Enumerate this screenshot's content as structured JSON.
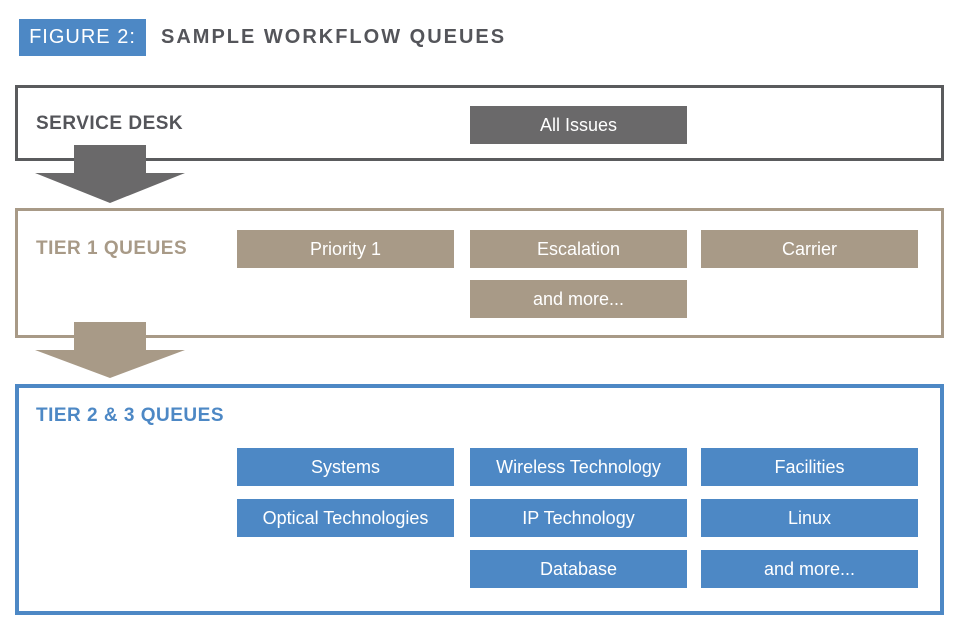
{
  "header": {
    "figure_label": "FIGURE 2:",
    "title": "SAMPLE WORKFLOW QUEUES"
  },
  "colors": {
    "blue": "#4d88c5",
    "tan": "#a89a87",
    "gray": "#6a696a",
    "box_border_gray": "#5a5b5d",
    "heading_gray": "#54555a"
  },
  "service_desk": {
    "label": "SERVICE DESK",
    "buttons": [
      {
        "label": "All Issues"
      }
    ]
  },
  "tier1": {
    "label": "TIER 1 QUEUES",
    "buttons": [
      {
        "label": "Priority 1"
      },
      {
        "label": "Escalation"
      },
      {
        "label": "Carrier"
      },
      {
        "label": "and more..."
      }
    ]
  },
  "tier23": {
    "label": "TIER 2 & 3 QUEUES",
    "buttons": [
      {
        "label": "Systems"
      },
      {
        "label": "Wireless Technology"
      },
      {
        "label": "Facilities"
      },
      {
        "label": "Optical Technologies"
      },
      {
        "label": "IP Technology"
      },
      {
        "label": "Linux"
      },
      {
        "label": "Database"
      },
      {
        "label": "and more..."
      }
    ]
  }
}
